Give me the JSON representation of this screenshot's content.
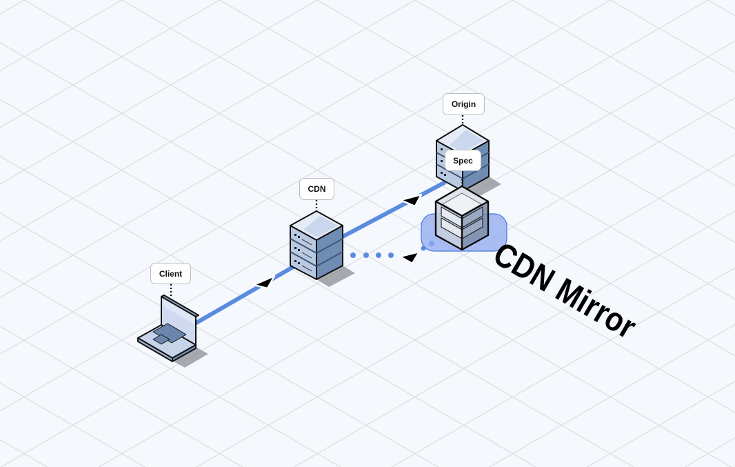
{
  "diagram": {
    "colors": {
      "background": "#f5f8fd",
      "grid": "#d6d8dc",
      "link": "#5b8be0",
      "server_top": "#e6ecf6",
      "server_left": "#b9c9e0",
      "server_right": "#6f8cb3",
      "highlight": "#8faaf0",
      "outline": "#111111"
    },
    "nodes": [
      {
        "id": "client",
        "label": "Client",
        "kind": "laptop-icon"
      },
      {
        "id": "cdn",
        "label": "CDN",
        "kind": "server-icon"
      },
      {
        "id": "origin",
        "label": "Origin",
        "kind": "server-icon"
      },
      {
        "id": "spec",
        "label": "Spec",
        "kind": "cube-server-icon"
      }
    ],
    "edges": [
      {
        "from": "client",
        "to": "cdn",
        "style": "solid",
        "arrow": "forward"
      },
      {
        "from": "cdn",
        "to": "origin",
        "style": "solid",
        "arrow": "forward"
      },
      {
        "from": "spec",
        "to": "cdn",
        "style": "dotted",
        "arrow": "forward"
      }
    ],
    "group": {
      "title": "CDN Mirror",
      "members": [
        "spec"
      ]
    }
  }
}
